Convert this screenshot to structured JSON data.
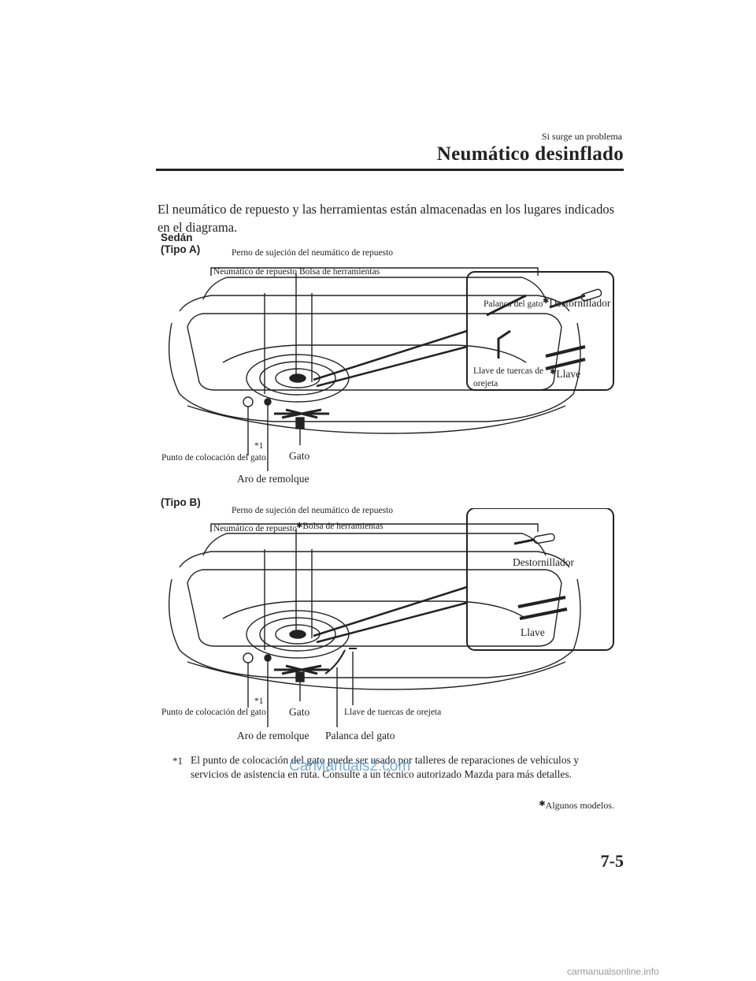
{
  "header": {
    "section": "Si surge un problema",
    "title": "Neumático desinflado"
  },
  "intro": "El neumático de repuesto y las herramientas están almacenadas en los lugares indicados en el diagrama.",
  "figure_a": {
    "vehicle": "Sedán",
    "type": "(Tipo A)",
    "labels": {
      "bolt": "Perno de sujeción del neumático de repuesto",
      "spare": "Neumático de repuesto",
      "bag": "Bolsa de herramientas",
      "jack_point": "Punto de colocación del gato",
      "jack": "Gato",
      "tow": "Aro de remolque",
      "ref1": "*1"
    },
    "inset": {
      "lever": "Palanca del gato",
      "screwdriver": "Destornillador",
      "lug_wrench_line1": "Llave de tuercas de",
      "lug_wrench_line2": "orejeta",
      "wrench": "Llave",
      "star": "✱"
    }
  },
  "figure_b": {
    "type": "(Tipo B)",
    "labels": {
      "bolt": "Perno de sujeción del neumático de repuesto",
      "spare": "Neumático de repuesto",
      "bag": "Bolsa de herramientas",
      "jack_point": "Punto de colocación del gato",
      "jack": "Gato",
      "lug_wrench": "Llave de tuercas de orejeta",
      "tow": "Aro de remolque",
      "lever": "Palanca del gato",
      "ref1": "*1",
      "star": "✱"
    },
    "inset": {
      "screwdriver": "Destornillador",
      "wrench": "Llave"
    }
  },
  "footnote": {
    "mark": "*1",
    "text": "El punto de colocación del gato puede ser usado por talleres de reparaciones de vehículos y servicios de asistencia en ruta. Consulte a un técnico autorizado Mazda para más detalles."
  },
  "note": {
    "star": "✱",
    "text": "Algunos modelos."
  },
  "page_number": "7-5",
  "watermarks": {
    "top": "CarManuals2.com",
    "bottom": "carmanualsonline.info"
  }
}
